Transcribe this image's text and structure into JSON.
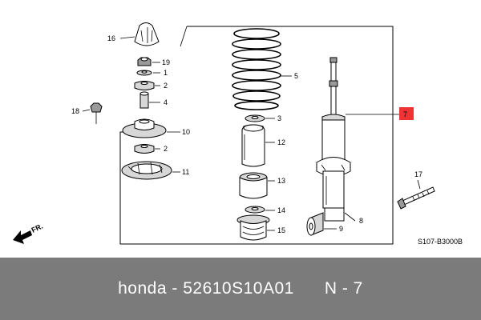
{
  "diagram": {
    "callouts": [
      {
        "key": "c1",
        "label": "1"
      },
      {
        "key": "c2a",
        "label": "2"
      },
      {
        "key": "c2b",
        "label": "2"
      },
      {
        "key": "c3",
        "label": "3"
      },
      {
        "key": "c4",
        "label": "4"
      },
      {
        "key": "c5",
        "label": "5"
      },
      {
        "key": "c7",
        "label": "7"
      },
      {
        "key": "c8",
        "label": "8"
      },
      {
        "key": "c9",
        "label": "9"
      },
      {
        "key": "c10",
        "label": "10"
      },
      {
        "key": "c11",
        "label": "11"
      },
      {
        "key": "c12",
        "label": "12"
      },
      {
        "key": "c13",
        "label": "13"
      },
      {
        "key": "c14",
        "label": "14"
      },
      {
        "key": "c15",
        "label": "15"
      },
      {
        "key": "c16",
        "label": "16"
      },
      {
        "key": "c17",
        "label": "17"
      },
      {
        "key": "c18",
        "label": "18"
      },
      {
        "key": "c19",
        "label": "19"
      }
    ],
    "highlight_callout": "7",
    "highlight_color": "#ee3333",
    "front_arrow_label": "FR.",
    "diagram_code": "S107-B3000B"
  },
  "caption": {
    "brand": "honda",
    "separator": "-",
    "part_number": "52610S10A01",
    "position_code": "N - 7",
    "background_color": "#7b7b7b"
  }
}
